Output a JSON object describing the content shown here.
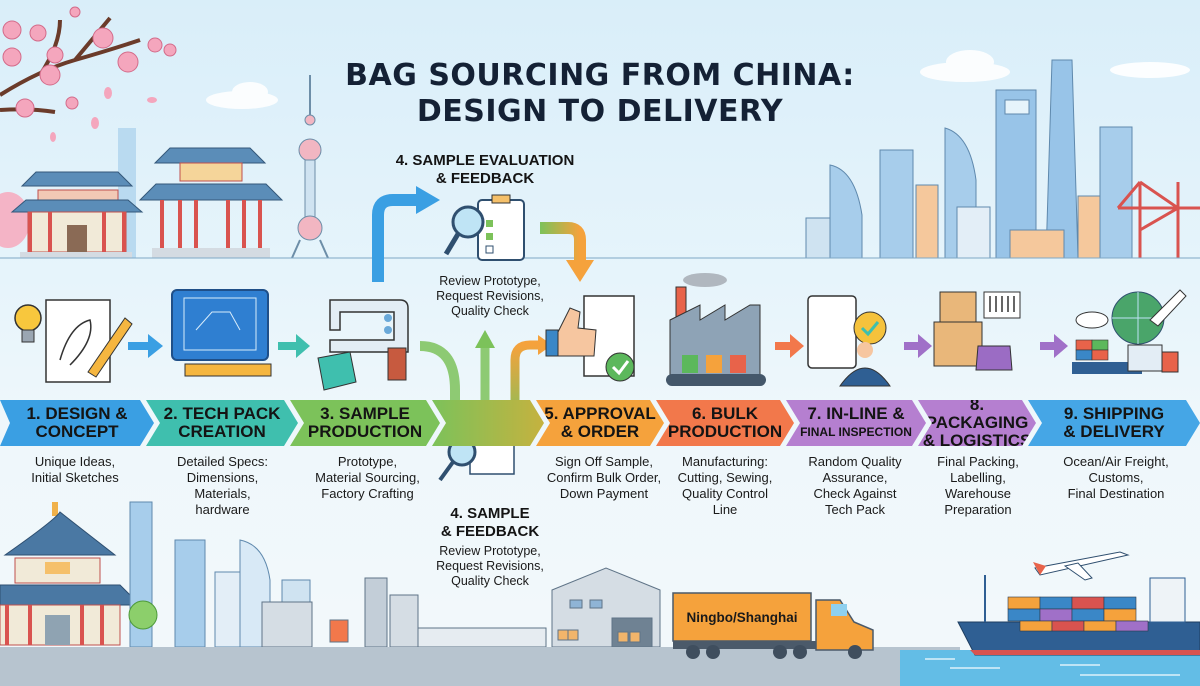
{
  "title": {
    "line1": "BAG SOURCING FROM CHINA:",
    "line2": "DESIGN TO DELIVERY"
  },
  "steps": [
    {
      "label_line1": "1. DESIGN &",
      "label_line2": "CONCEPT",
      "desc": [
        "Unique Ideas,",
        "Initial Sketches"
      ],
      "color": "#3a9fe3",
      "icon": "lightbulb-sketchpad-icon"
    },
    {
      "label_line1": "2. TECH PACK",
      "label_line2": "CREATION",
      "desc": [
        "Detailed Specs:",
        "Dimensions,",
        "Materials,",
        "hardware"
      ],
      "color": "#3fbfae",
      "icon": "blueprint-ruler-icon"
    },
    {
      "label_line1": "3. SAMPLE",
      "label_line2": "PRODUCTION",
      "desc": [
        "Prototype,",
        "Material Sourcing,",
        "Factory Crafting"
      ],
      "color": "#7cc25a",
      "icon": "sewing-machine-icon"
    },
    {
      "label_line1": "5. APPROVAL",
      "label_line2": "& ORDER",
      "desc": [
        "Sign Off Sample,",
        "Confirm Bulk Order,",
        "Down Payment"
      ],
      "color": "#f5a23c",
      "icon": "thumbs-up-approval-icon"
    },
    {
      "label_line1": "6. BULK",
      "label_line2": "PRODUCTION",
      "desc": [
        "Manufacturing:",
        "Cutting, Sewing,",
        "Quality Control",
        "Line"
      ],
      "color": "#f2784b",
      "icon": "factory-conveyor-icon"
    },
    {
      "label_line1": "7. IN-LINE &",
      "label_line2": "FINAL INSPECTION",
      "desc": [
        "Random Quality",
        "Assurance,",
        "Check Against",
        "Tech Pack"
      ],
      "color": "#b57fd0",
      "icon": "inspector-checklist-icon"
    },
    {
      "label_line1": "8. PACKAGING",
      "label_line2": "& LOGISTICS",
      "desc": [
        "Final Packing,",
        "Labelling,",
        "Warehouse",
        "Preparation"
      ],
      "color": "#b57fd0",
      "icon": "boxes-barcode-icon"
    },
    {
      "label_line1": "9. SHIPPING",
      "label_line2": "& DELIVERY",
      "desc": [
        "Ocean/Air Freight,",
        "Customs,",
        "Final Destination"
      ],
      "color": "#45a6e6",
      "icon": "globe-plane-truck-icon"
    }
  ],
  "step4_top": {
    "title_line1": "4. SAMPLE EVALUATION",
    "title_line2": "& FEEDBACK",
    "desc": [
      "Review Prototype,",
      "Request Revisions,",
      "Quality Check"
    ]
  },
  "step4_bottom": {
    "title_line1": "4. SAMPLE",
    "title_line2": "& FEEDBACK",
    "desc": [
      "Review Prototype,",
      "Request Revisions,",
      "Quality Check"
    ]
  },
  "truck": {
    "label": "Ningbo/Shanghai"
  },
  "colors": {
    "title": "#142135",
    "road": "#b7c4cf",
    "water": "#63bde6"
  }
}
